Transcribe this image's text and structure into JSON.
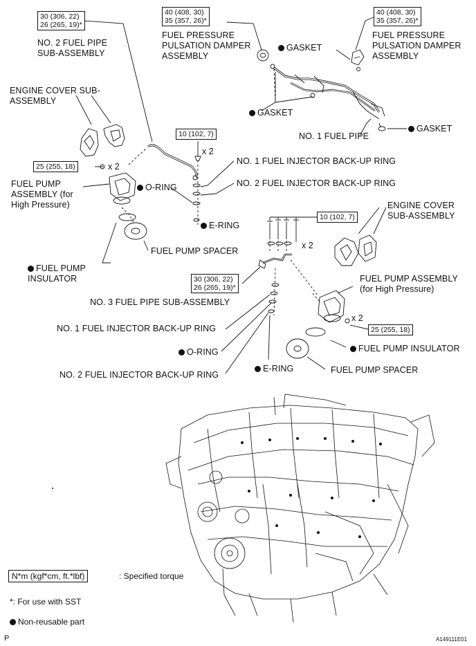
{
  "torque_boxes": {
    "no2_pipe": [
      "30 (306, 22)",
      "26 (265, 19)*"
    ],
    "damper_left": [
      "40 (408, 30)",
      "35 (357, 26)*"
    ],
    "damper_right": [
      "40 (408, 30)",
      "35 (357, 26)*"
    ],
    "bolt_top": [
      "10 (102, 7)"
    ],
    "pump_left": [
      "25 (255, 18)"
    ],
    "bolt_mid": [
      "10 (102, 7)"
    ],
    "no3_pipe": [
      "30 (306, 22)",
      "26 (265, 19)*"
    ],
    "pump_right": [
      "25 (255, 18)"
    ]
  },
  "labels": {
    "no2_fuel_pipe": "NO. 2 FUEL PIPE SUB-ASSEMBLY",
    "damper_left": "FUEL PRESSURE PULSATION DAMPER ASSEMBLY",
    "damper_right": "FUEL PRESSURE PULSATION DAMPER ASSEMBLY",
    "gasket_top": "GASKET",
    "gasket_left": "GASKET",
    "gasket_right": "GASKET",
    "no1_fuel_pipe": "NO. 1 FUEL PIPE",
    "engine_cover_left": "ENGINE COVER SUB-ASSEMBLY",
    "fuel_pump_left": "FUEL PUMP ASSEMBLY (for High Pressure)",
    "oring_left": "O-RING",
    "no1_backup_top": "NO. 1 FUEL INJECTOR BACK-UP RING",
    "no2_backup_top": "NO. 2 FUEL INJECTOR BACK-UP RING",
    "ering_left": "E-RING",
    "spacer_left": "FUEL PUMP SPACER",
    "insulator_left": "FUEL PUMP INSULATOR",
    "engine_cover_right": "ENGINE COVER SUB-ASSEMBLY",
    "no3_fuel_pipe": "NO. 3 FUEL PIPE SUB-ASSEMBLY",
    "fuel_pump_right": "FUEL PUMP ASSEMBLY (for High Pressure)",
    "no1_backup_bottom": "NO. 1 FUEL INJECTOR BACK-UP RING",
    "oring_bottom": "O-RING",
    "insulator_right": "FUEL PUMP INSULATOR",
    "ering_bottom": "E-RING",
    "no2_backup_bottom": "NO. 2 FUEL INJECTOR BACK-UP RING",
    "spacer_right": "FUEL PUMP SPACER"
  },
  "multipliers": {
    "bolt_top": "x 2",
    "pump_left": "x 2",
    "bolt_mid": "x 2",
    "pump_right": "x 2"
  },
  "legend": {
    "torque_box": "N*m (kgf*cm, ft.*lbf)",
    "torque_desc": ": Specified torque",
    "sst_note": "*: For use with SST",
    "nonreusable": "Non-reusable part"
  },
  "footer": {
    "page_letter": "P",
    "figure_code": "A149111E01"
  }
}
